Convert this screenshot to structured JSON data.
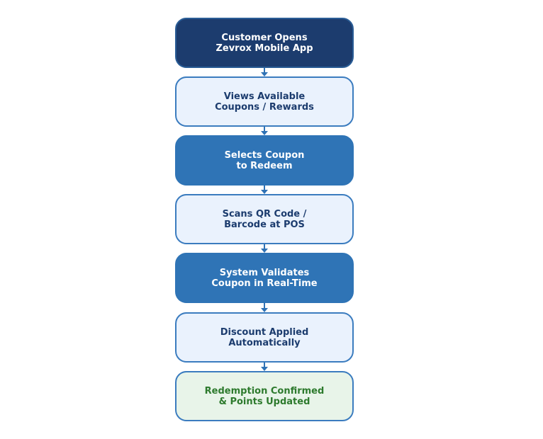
{
  "flow": {
    "steps": [
      {
        "label": "Customer Opens\nZevrox Mobile App",
        "style": "dark"
      },
      {
        "label": "Views Available\nCoupons / Rewards",
        "style": "light"
      },
      {
        "label": "Selects Coupon\nto Redeem",
        "style": "mid"
      },
      {
        "label": "Scans QR Code /\nBarcode at POS",
        "style": "light"
      },
      {
        "label": "System Validates\nCoupon in Real-Time",
        "style": "mid"
      },
      {
        "label": "Discount Applied\nAutomatically",
        "style": "light"
      },
      {
        "label": "Redemption Confirmed\n& Points Updated",
        "style": "success"
      }
    ],
    "colors": {
      "dark_fill": "#1c3c6e",
      "mid_fill": "#2f74b6",
      "light_fill": "#eaf2fd",
      "success_fill": "#e8f4e9",
      "success_text": "#2d7a2d",
      "connector": "#2f72b5"
    }
  }
}
